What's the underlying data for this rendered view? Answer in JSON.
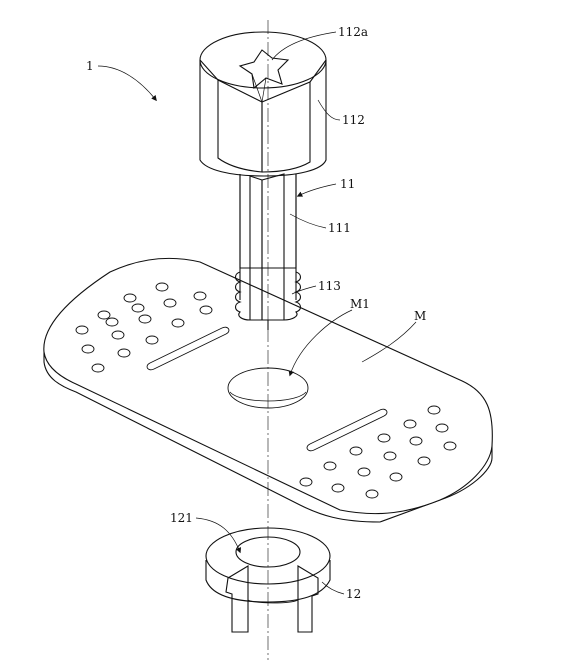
{
  "labels": {
    "assembly": "1",
    "screw_head_socket": "112a",
    "screw_head": "112",
    "screw": "11",
    "screw_shank": "111",
    "screw_thread": "113",
    "plate_hole": "M1",
    "plate": "M",
    "bushing_bore": "121",
    "bushing": "12"
  }
}
